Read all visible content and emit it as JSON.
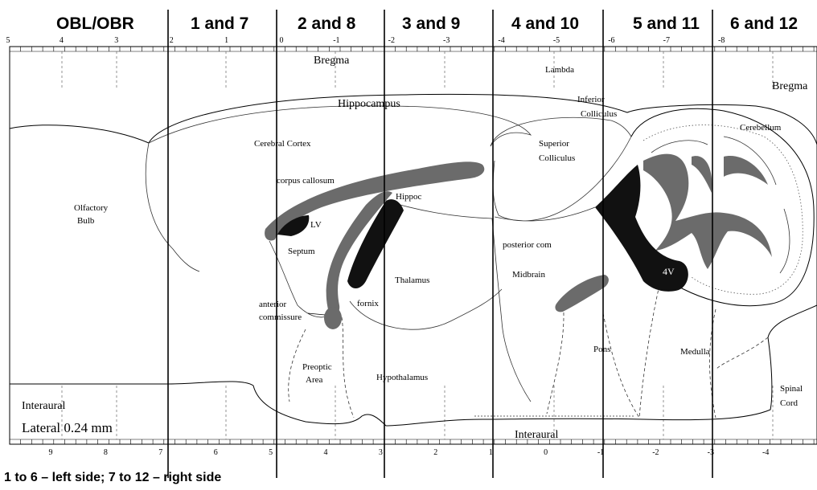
{
  "segments": [
    {
      "label": "OBL/OBR"
    },
    {
      "label": "1 and 7"
    },
    {
      "label": "2 and 8"
    },
    {
      "label": "3 and 9"
    },
    {
      "label": "4 and 10"
    },
    {
      "label": "5 and 11"
    },
    {
      "label": "6 and 12"
    }
  ],
  "top_ticks": [
    "5",
    "4",
    "3",
    "2",
    "1",
    "0",
    "-1",
    "-2",
    "-3",
    "-4",
    "-5",
    "-6",
    "-7",
    "-8"
  ],
  "bottom_ticks": [
    "9",
    "8",
    "7",
    "6",
    "5",
    "4",
    "3",
    "2",
    "1",
    "0",
    "-1",
    "-2",
    "-3",
    "-4"
  ],
  "labels": {
    "bregma_top": "Bregma",
    "bregma_right": "Bregma",
    "lambda": "Lambda",
    "hippocampus": "Hippocampus",
    "inferior_colliculus_1": "Inferior",
    "inferior_colliculus_2": "Colliculus",
    "superior_colliculus_1": "Superior",
    "superior_colliculus_2": "Colliculus",
    "cerebellum": "Cerebellum",
    "cerebral_cortex": "Cerebral Cortex",
    "corpus_callosum": "corpus callosum",
    "olfactory_bulb_1": "Olfactory",
    "olfactory_bulb_2": "Bulb",
    "lv": "LV",
    "hippoc": "Hippoc",
    "septum": "Septum",
    "posterior_com": "posterior com",
    "midbrain": "Midbrain",
    "thalamus": "Thalamus",
    "fornix": "fornix",
    "anterior_commissure_1": "anterior",
    "anterior_commissure_2": "commissure",
    "fourth_ventricle": "4V",
    "preoptic_area_1": "Preoptic",
    "preoptic_area_2": "Area",
    "hypothalamus": "Hypothalamus",
    "pons": "Pons",
    "medulla": "Medulla",
    "spinal_cord_1": "Spinal",
    "spinal_cord_2": "Cord",
    "interaural_left": "Interaural",
    "lateral": "Lateral 0.24 mm",
    "interaural_bottom": "Interaural"
  },
  "caption": "1 to 6 – left side; 7 to 12 – right side"
}
